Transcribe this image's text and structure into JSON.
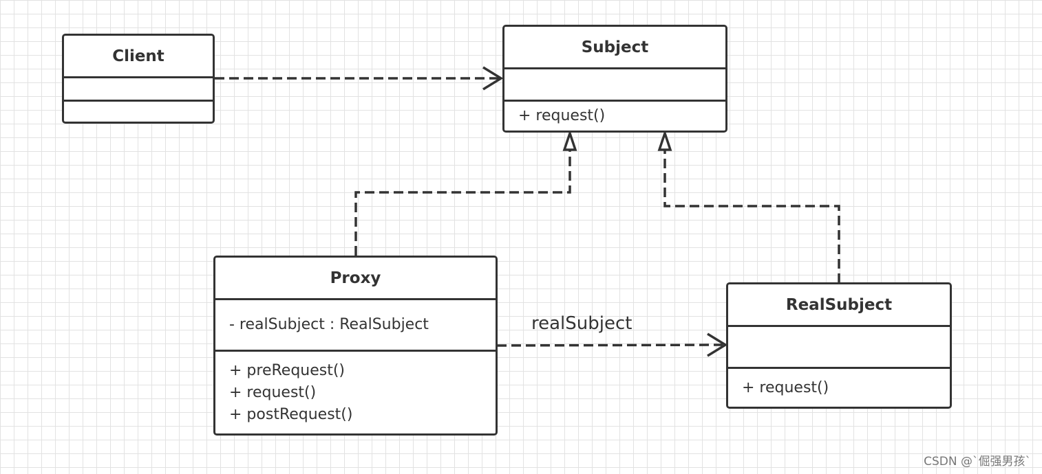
{
  "classes": {
    "client": {
      "name": "Client",
      "attributes": [],
      "methods": []
    },
    "subject": {
      "name": "Subject",
      "attributes": [],
      "methods": [
        "+ request()"
      ]
    },
    "proxy": {
      "name": "Proxy",
      "attributes": [
        "- realSubject : RealSubject"
      ],
      "methods": [
        "+ preRequest()",
        "+ request()",
        "+ postRequest()"
      ]
    },
    "real_subject": {
      "name": "RealSubject",
      "attributes": [],
      "methods": [
        "+ request()"
      ]
    }
  },
  "relations": [
    {
      "from": "Client",
      "to": "Subject",
      "type": "dependency",
      "style": "dashed",
      "arrowhead": "open"
    },
    {
      "from": "Proxy",
      "to": "Subject",
      "type": "realization",
      "style": "dashed",
      "arrowhead": "hollow-triangle"
    },
    {
      "from": "RealSubject",
      "to": "Subject",
      "type": "realization",
      "style": "dashed",
      "arrowhead": "hollow-triangle"
    },
    {
      "from": "Proxy",
      "to": "RealSubject",
      "type": "association",
      "style": "dashed",
      "arrowhead": "open",
      "label": "realSubject"
    }
  ],
  "watermark": "CSDN @`倔强男孩`",
  "colors": {
    "line": "#333333",
    "grid": "#e2e2e2",
    "background": "#ffffff"
  }
}
